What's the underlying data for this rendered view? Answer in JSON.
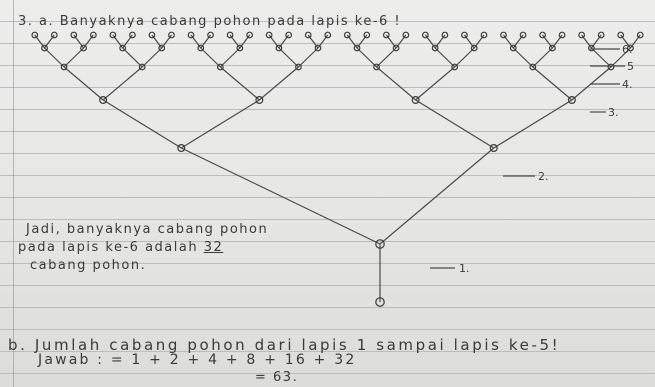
{
  "question_a": "3. a. Banyaknya cabang pohon pada lapis ke-6 !",
  "tree": {
    "layers": 6,
    "layer_labels": [
      "1.",
      "2.",
      "3.",
      "4.",
      "5",
      "6."
    ]
  },
  "conclusion": {
    "line1": "Jadi, banyaknya cabang pohon",
    "line2_prefix": "pada lapis ke-6 adalah",
    "answer": "32",
    "line3": "cabang pohon."
  },
  "question_b": "b. Jumlah cabang pohon dari lapis 1 sampai lapis ke-5!",
  "answer_b": {
    "line1": "Jawab : = 1 + 2 + 4 + 8 + 16 + 32",
    "line2": "= 63."
  }
}
